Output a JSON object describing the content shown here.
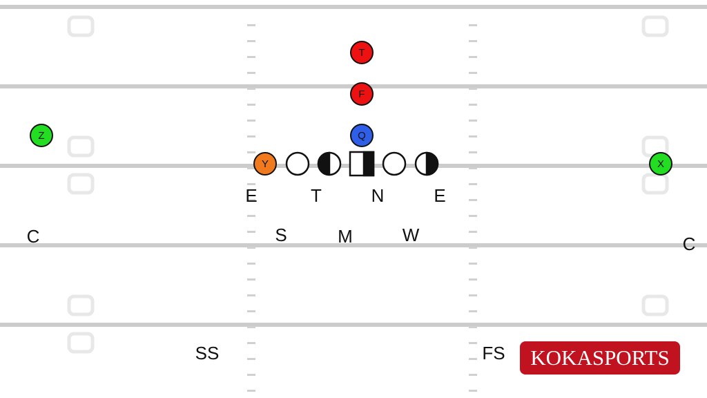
{
  "field": {
    "line_color": "#cccccc",
    "hash_color": "#d0d0d0",
    "number_color": "#e8e8e8"
  },
  "offense": {
    "skill_players": [
      {
        "label": "T",
        "color": "#ee1111"
      },
      {
        "label": "F",
        "color": "#ee1111"
      },
      {
        "label": "Q",
        "color": "#2f5ee8"
      },
      {
        "label": "Y",
        "color": "#f07a1d"
      },
      {
        "label": "Z",
        "color": "#22dd22"
      },
      {
        "label": "X",
        "color": "#22dd22"
      }
    ],
    "line": [
      "empty-circle",
      "half-circle-left",
      "center-square-half",
      "empty-circle",
      "half-circle-right"
    ]
  },
  "defense": {
    "line_labels": [
      "E",
      "T",
      "N",
      "E"
    ],
    "linebackers": [
      "S",
      "M",
      "W"
    ],
    "corners": [
      "C",
      "C"
    ],
    "safeties": [
      "SS",
      "FS"
    ]
  },
  "logo": {
    "text": "KOKASPORTS",
    "bg_color": "#c1121f"
  }
}
